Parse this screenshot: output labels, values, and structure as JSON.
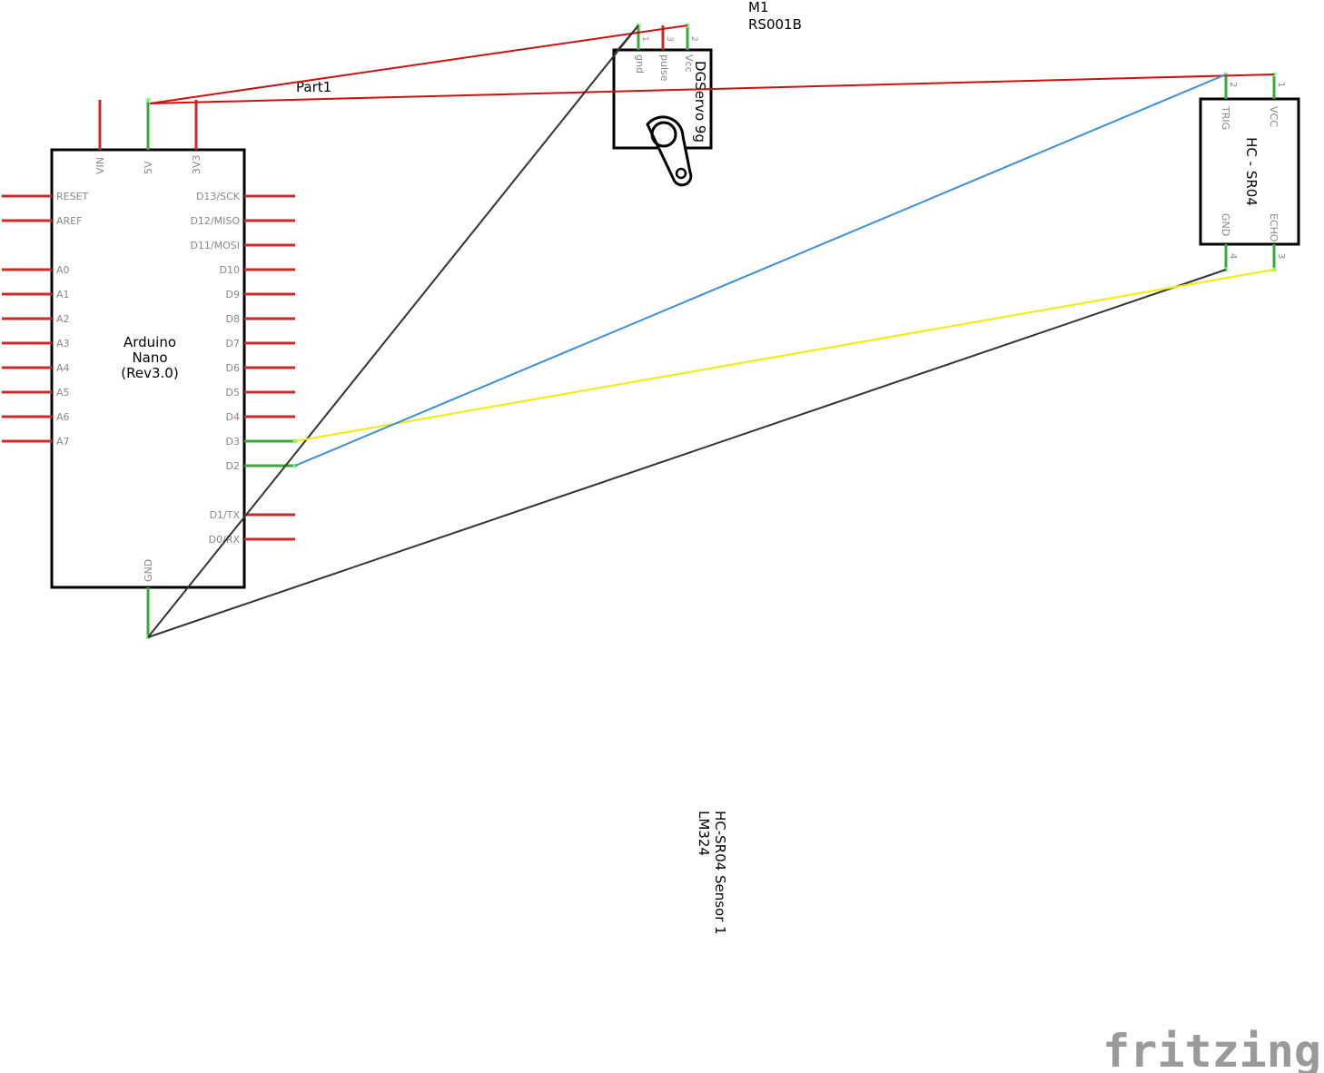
{
  "colors": {
    "unconnected_pin": "#cc2a2a",
    "connected_pin": "#3aa83a",
    "wire_power": "#cc1111",
    "wire_ground": "#333333",
    "wire_echo": "#f2ec00",
    "wire_trig": "#3d8fd8",
    "outline": "#000000"
  },
  "arduino": {
    "part_label": "Part1",
    "title_lines": [
      "Arduino",
      "Nano",
      "(Rev3.0)"
    ],
    "top_pins": [
      {
        "label": "VIN",
        "connected": false
      },
      {
        "label": "5V",
        "connected": true
      },
      {
        "label": "3V3",
        "connected": false
      }
    ],
    "left_pins": [
      {
        "label": "RESET"
      },
      {
        "label": "AREF"
      },
      {
        "label": "A0"
      },
      {
        "label": "A1"
      },
      {
        "label": "A2"
      },
      {
        "label": "A3"
      },
      {
        "label": "A4"
      },
      {
        "label": "A5"
      },
      {
        "label": "A6"
      },
      {
        "label": "A7"
      }
    ],
    "right_pins": [
      {
        "label": "D13/SCK",
        "connected": false
      },
      {
        "label": "D12/MISO",
        "connected": false
      },
      {
        "label": "D11/MOSI",
        "connected": false
      },
      {
        "label": "D10",
        "connected": false
      },
      {
        "label": "D9",
        "connected": false
      },
      {
        "label": "D8",
        "connected": false
      },
      {
        "label": "D7",
        "connected": false
      },
      {
        "label": "D6",
        "connected": false
      },
      {
        "label": "D5",
        "connected": false
      },
      {
        "label": "D4",
        "connected": false
      },
      {
        "label": "D3",
        "connected": true
      },
      {
        "label": "D2",
        "connected": true
      },
      {
        "label": "D1/TX",
        "connected": false
      },
      {
        "label": "D0/RX",
        "connected": false
      }
    ],
    "bottom_pin": {
      "label": "GND",
      "connected": true
    }
  },
  "servo": {
    "ref": "M1",
    "model": "RS001B",
    "title": "DGServo 9g",
    "pins": [
      {
        "label": "gnd",
        "number": "1",
        "connected": true
      },
      {
        "label": "pulse",
        "number": "3",
        "connected": false
      },
      {
        "label": "Vcc",
        "number": "2",
        "connected": true
      }
    ]
  },
  "sensor": {
    "title": "HC - SR04",
    "top_pins": [
      {
        "label": "TRIG",
        "number": "2"
      },
      {
        "label": "VCC",
        "number": "1"
      }
    ],
    "bottom_pins": [
      {
        "label": "GND",
        "number": "4"
      },
      {
        "label": "ECHO",
        "number": "3"
      }
    ],
    "part_label_lines": [
      "HC-SR04 Sensor 1",
      "LM324"
    ]
  },
  "logo": "fritzing"
}
